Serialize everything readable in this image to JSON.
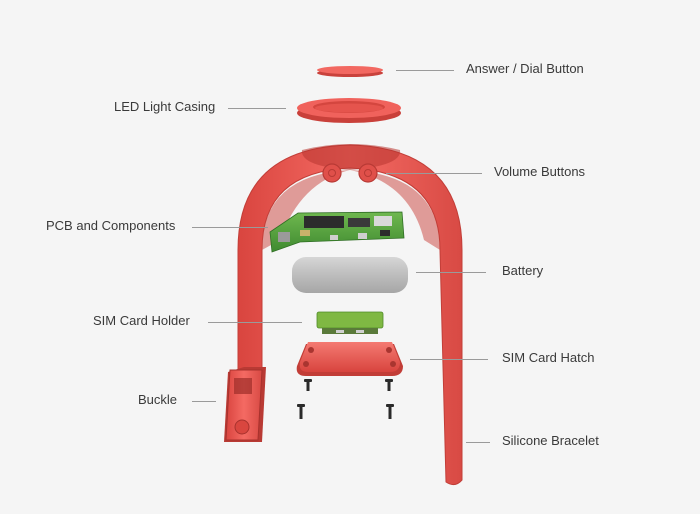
{
  "labels": {
    "answer_dial_button": "Answer / Dial Button",
    "led_light_casing": "LED Light Casing",
    "volume_buttons": "Volume Buttons",
    "pcb_and_components": "PCB and Components",
    "battery": "Battery",
    "sim_card_holder": "SIM Card Holder",
    "sim_card_hatch": "SIM Card Hatch",
    "buckle": "Buckle",
    "silicone_bracelet": "Silicone Bracelet"
  },
  "colors": {
    "background": "#f5f5f5",
    "bracelet_red": "#f0625c",
    "bracelet_dark": "#c8403c",
    "pcb_green": "#4f9a3c",
    "battery_gray": "#b8b8b8",
    "text": "#3a3a3a",
    "leader_line": "#9a9a9a"
  }
}
